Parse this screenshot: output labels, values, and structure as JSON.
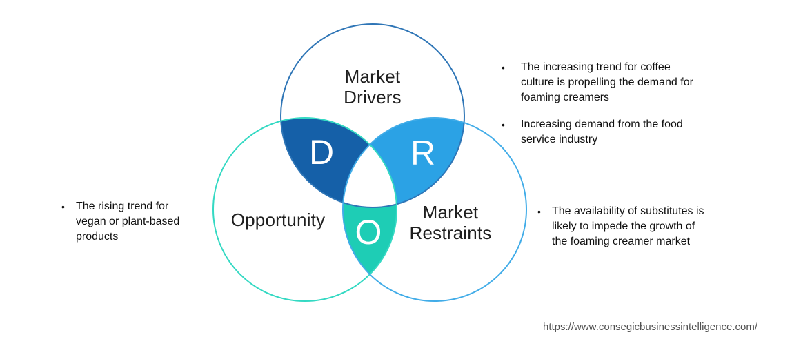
{
  "diagram": {
    "circles": {
      "drivers": {
        "label": "Market\nDrivers",
        "letter": "D",
        "stroke_color": "#2E75B6",
        "lens_fill": "#1560A8"
      },
      "opportunity": {
        "label": "Opportunity",
        "letter": "O",
        "stroke_color": "#34D9C3",
        "lens_fill": "#1ECDB5"
      },
      "restraints": {
        "label": "Market\nRestraints",
        "letter": "R",
        "stroke_color": "#41ACE8",
        "lens_fill": "#2BA2E5"
      }
    },
    "center_fill": "#ffffff"
  },
  "notes": {
    "drivers": {
      "items": [
        {
          "marker": "•",
          "text": "The increasing trend for coffee\nculture is propelling the demand for\nfoaming creamers"
        },
        {
          "marker": "•",
          "text": "Increasing demand from the food\nservice industry"
        }
      ]
    },
    "opportunity": {
      "items": [
        {
          "marker": "•",
          "text": "The rising trend for\nvegan or plant-based\nproducts"
        }
      ]
    },
    "restraints": {
      "items": [
        {
          "marker": "•",
          "text": "The availability of substitutes is\nlikely to impede the growth of\nthe foaming creamer market"
        }
      ]
    }
  },
  "footer": {
    "url": "https://www.consegicbusinessintelligence.com/"
  }
}
